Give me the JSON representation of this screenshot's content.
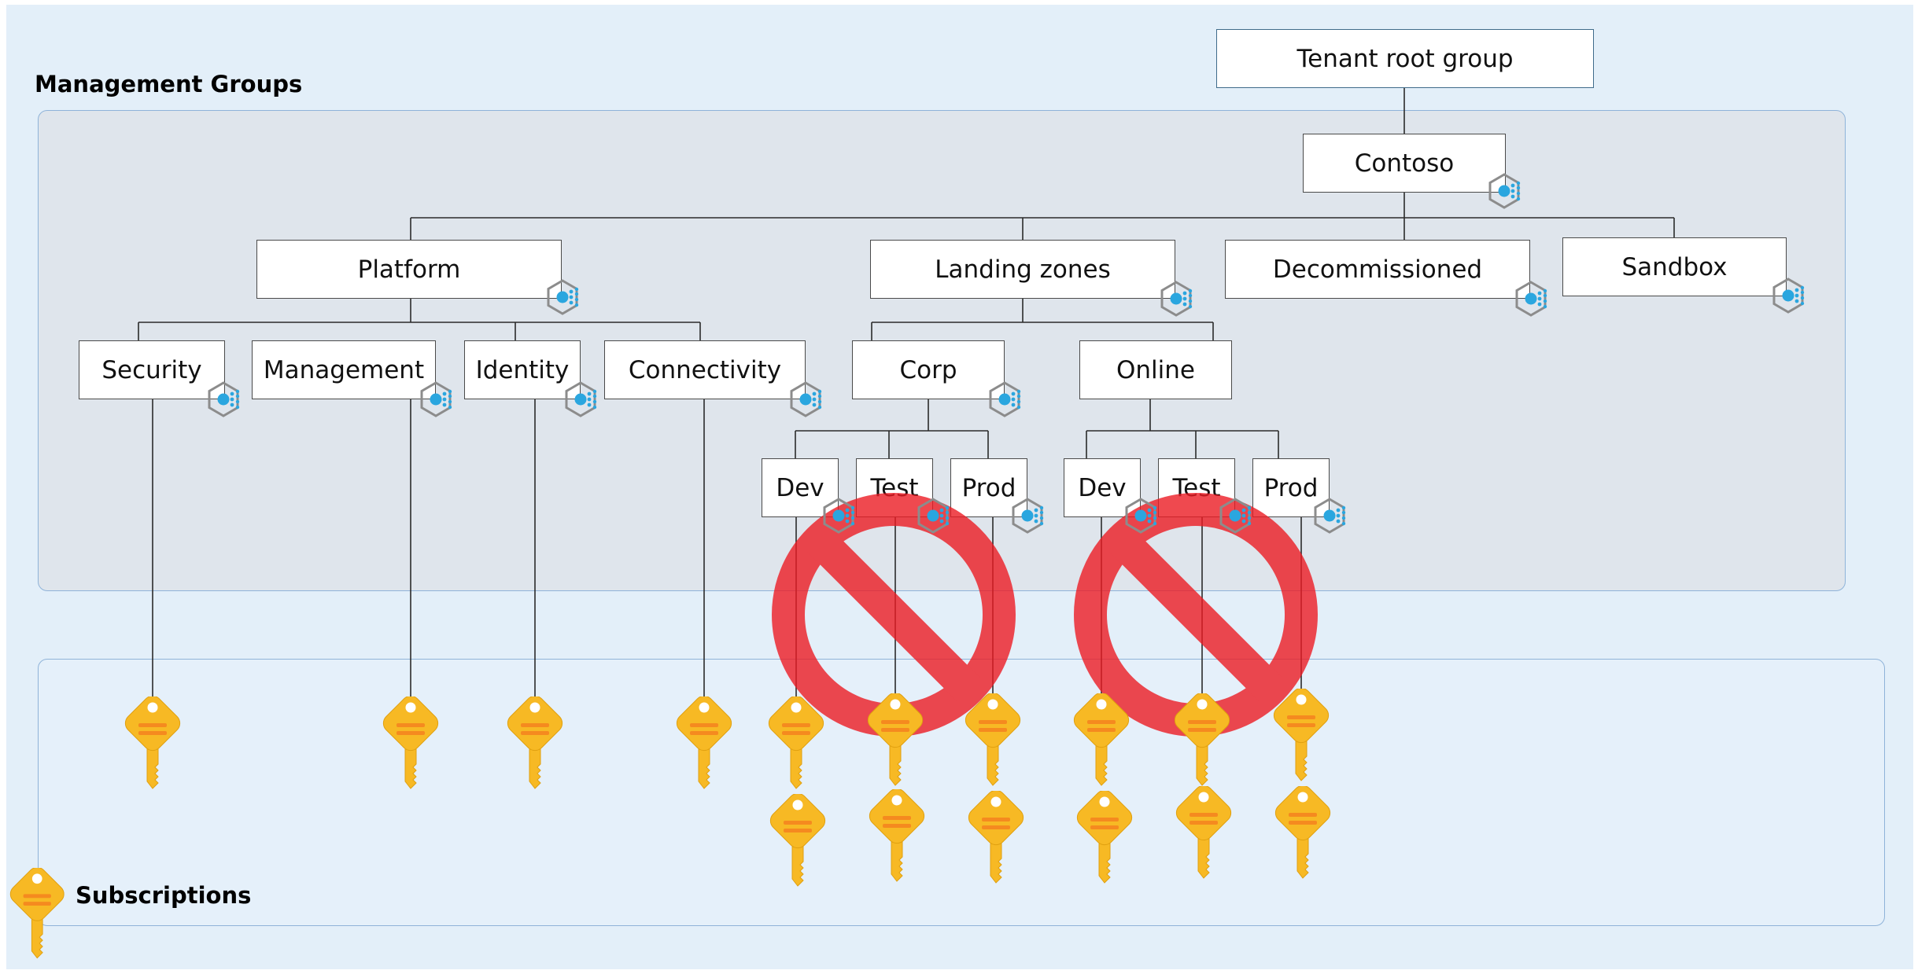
{
  "sections": {
    "management_groups": "Management Groups",
    "subscriptions": "Subscriptions"
  },
  "nodes": {
    "tenant_root": "Tenant root group",
    "contoso": "Contoso",
    "platform": "Platform",
    "landing_zones": "Landing zones",
    "decommissioned": "Decommissioned",
    "sandbox": "Sandbox",
    "security": "Security",
    "management": "Management",
    "identity": "Identity",
    "connectivity": "Connectivity",
    "corp": "Corp",
    "online": "Online",
    "corp_dev": "Dev",
    "corp_test": "Test",
    "corp_prod": "Prod",
    "online_dev": "Dev",
    "online_test": "Test",
    "online_prod": "Prod"
  },
  "icons": {
    "management_group": "management-group-icon",
    "subscription": "subscription-key-icon",
    "blocked": "prohibited-icon"
  },
  "colors": {
    "background": "#e3eff9",
    "management_panel": "#dfe5ec",
    "subscription_panel": "#e5f0fa",
    "key": "#f7b924",
    "key_stripe": "#f58a1f",
    "prohibited": "#ec1c24",
    "icon_dot": "#2aa6df"
  }
}
